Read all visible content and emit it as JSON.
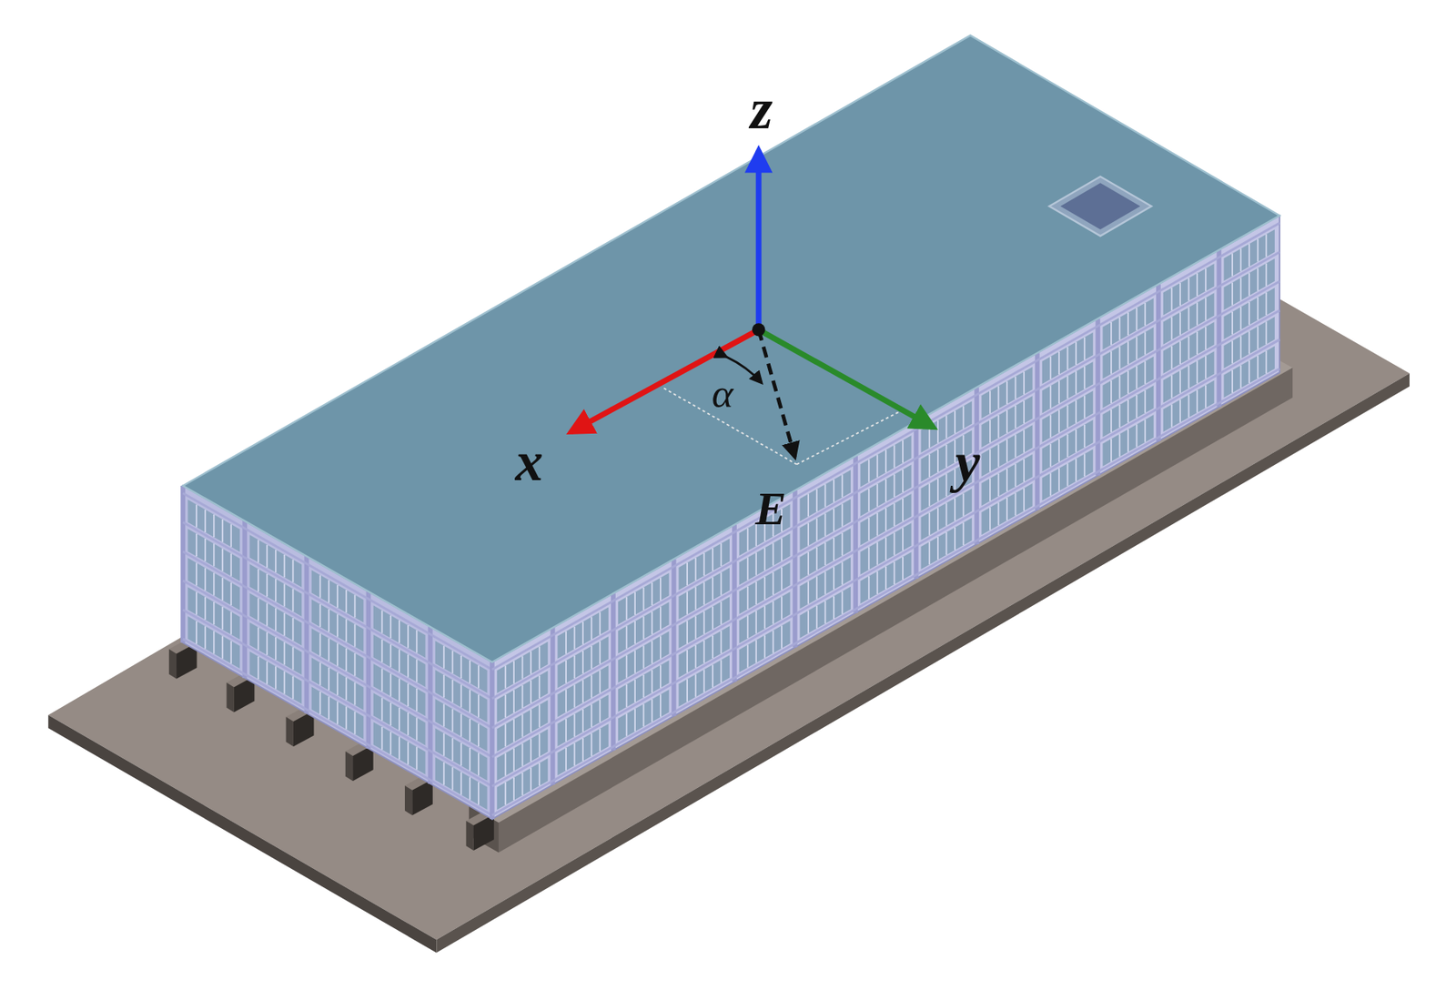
{
  "diagram": {
    "labels": [
      "z",
      "x",
      "y",
      "α",
      "E"
    ]
  }
}
